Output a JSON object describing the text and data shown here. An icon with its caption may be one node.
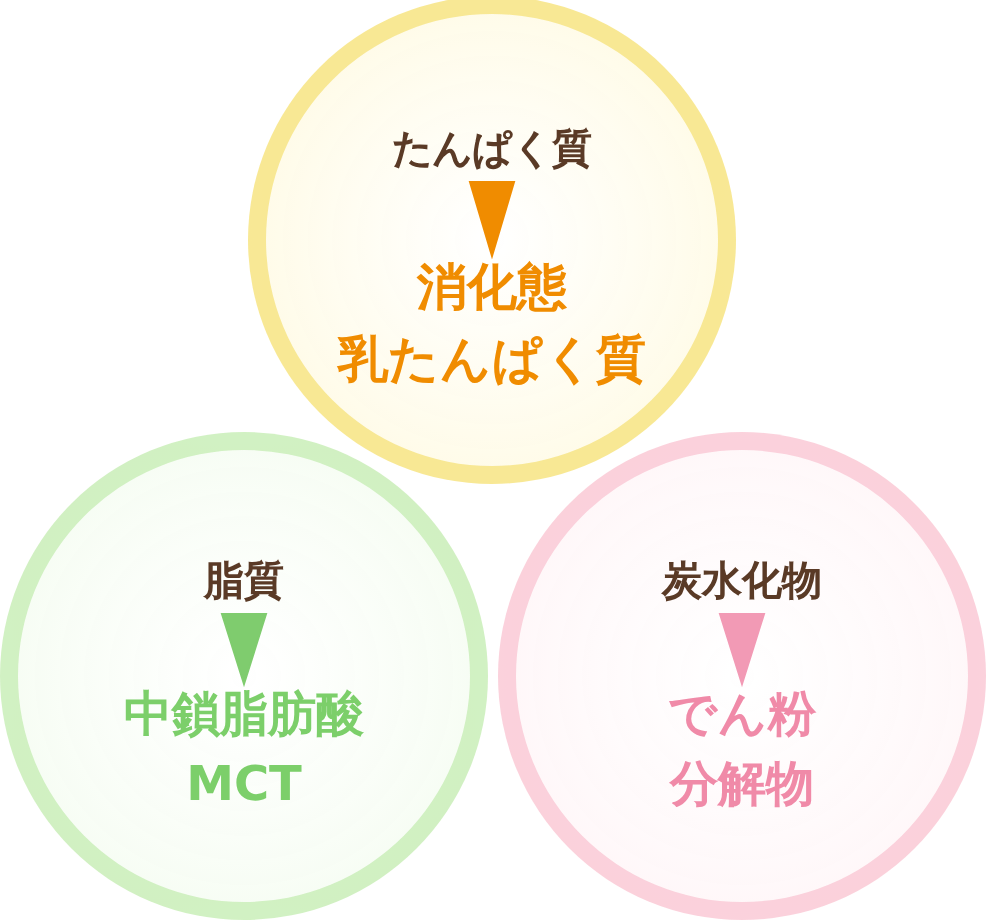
{
  "diagram": {
    "nodes": [
      {
        "text": [],
        "shape": "circle"
      },
      {
        "text": [
          "たんぱく質"
        ],
        "in": 0
      },
      {
        "text": [
          "消化態乳たんぱく質"
        ],
        "in": 0
      },
      {
        "text": [],
        "shape": "circle"
      },
      {
        "text": [
          "脂質"
        ],
        "in": 3
      },
      {
        "text": [
          "中鎖脂肪酸MCT"
        ],
        "in": 3
      },
      {
        "text": [],
        "shape": "circle"
      },
      {
        "text": [
          "炭水化物"
        ],
        "in": 6
      },
      {
        "text": [
          "でん粉分解物"
        ],
        "in": 6
      }
    ],
    "edges": [
      {
        "from": 1,
        "to": 2,
        "arrow": "to",
        "color": "#f08c00"
      },
      {
        "from": 4,
        "to": 5,
        "arrow": "to",
        "color": "#7fcc6e"
      },
      {
        "from": 7,
        "to": 8,
        "arrow": "to",
        "color": "#f29ab5"
      }
    ]
  }
}
